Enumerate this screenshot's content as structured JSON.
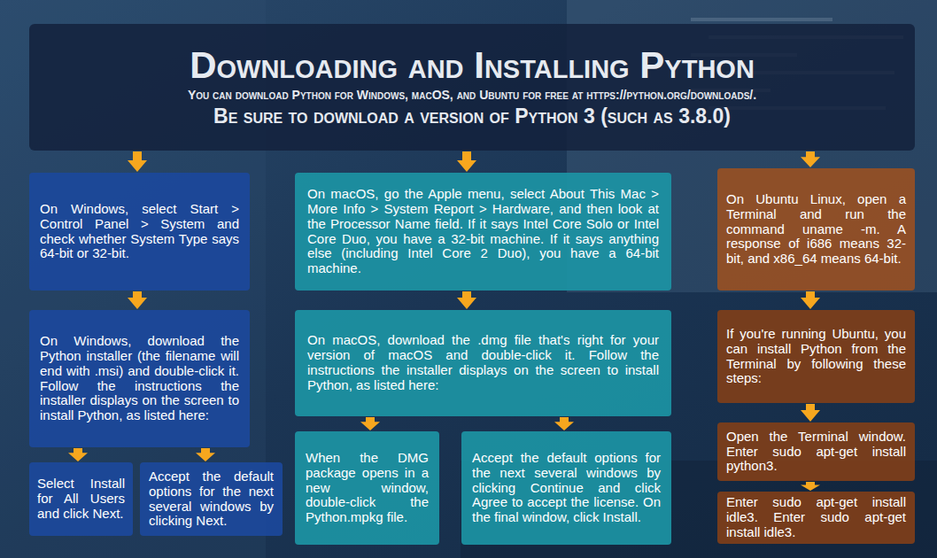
{
  "diagram": {
    "nodes": [
      {
        "text": [
          "Downloading and Installing Python",
          "You can download Python for Windows, macOS, and Ubuntu for free at https://python.org/downloads/.",
          "Be sure to download a version of Python 3 (such as 3.8.0)"
        ]
      },
      {
        "text": [
          "On Windows, select Start > Control Panel > System and check whether System Type says 64-bit or 32-bit."
        ]
      },
      {
        "text": [
          "On Windows, download the Python installer (the filename will end with .msi) and double-click it. Follow the instructions the installer displays on the screen to install Python, as listed here:"
        ]
      },
      {
        "text": [
          "Select Install for All Users and click Next."
        ]
      },
      {
        "text": [
          "Accept the default options for the next several windows by clicking Next."
        ]
      },
      {
        "text": [
          "On macOS, go the Apple menu, select About This Mac > More Info > System Report > Hardware, and then look at the Processor Name field. If it says Intel Core Solo or Intel Core Duo, you have a 32-bit machine. If it says anything else (including Intel Core 2 Duo), you have a 64-bit machine."
        ]
      },
      {
        "text": [
          "On macOS, download the .dmg file that's right for your version of macOS and double-click it. Follow the instructions the installer displays on the screen to install Python, as listed here:"
        ]
      },
      {
        "text": [
          "When the DMG package opens in a new window, double-click the Python.mpkg file."
        ]
      },
      {
        "text": [
          "Accept the default options for the next several windows by clicking Continue and click Agree to accept the license. On the final window, click Install."
        ]
      },
      {
        "text": [
          "On Ubuntu Linux, open a Terminal and run the command uname -m. A response of i686 means 32-bit, and x86_64 means 64-bit."
        ]
      },
      {
        "text": [
          "If you're running Ubuntu, you can install Python from the Terminal by following these steps:"
        ]
      },
      {
        "text": [
          "Open the Terminal window. Enter sudo apt-get install python3."
        ]
      },
      {
        "text": [
          "Enter sudo apt-get install idle3. Enter sudo apt-get install idle3."
        ]
      }
    ],
    "edges": [
      {
        "from": 0,
        "to": 1,
        "arrow": "to"
      },
      {
        "from": 0,
        "to": 5,
        "arrow": "to"
      },
      {
        "from": 0,
        "to": 9,
        "arrow": "to"
      },
      {
        "from": 1,
        "to": 2,
        "arrow": "to"
      },
      {
        "from": 2,
        "to": 3,
        "arrow": "to"
      },
      {
        "from": 2,
        "to": 4,
        "arrow": "to"
      },
      {
        "from": 5,
        "to": 6,
        "arrow": "to"
      },
      {
        "from": 6,
        "to": 7,
        "arrow": "to"
      },
      {
        "from": 6,
        "to": 8,
        "arrow": "to"
      },
      {
        "from": 9,
        "to": 10,
        "arrow": "to"
      },
      {
        "from": 10,
        "to": 11,
        "arrow": "to"
      },
      {
        "from": 11,
        "to": 12,
        "arrow": "to"
      }
    ]
  }
}
